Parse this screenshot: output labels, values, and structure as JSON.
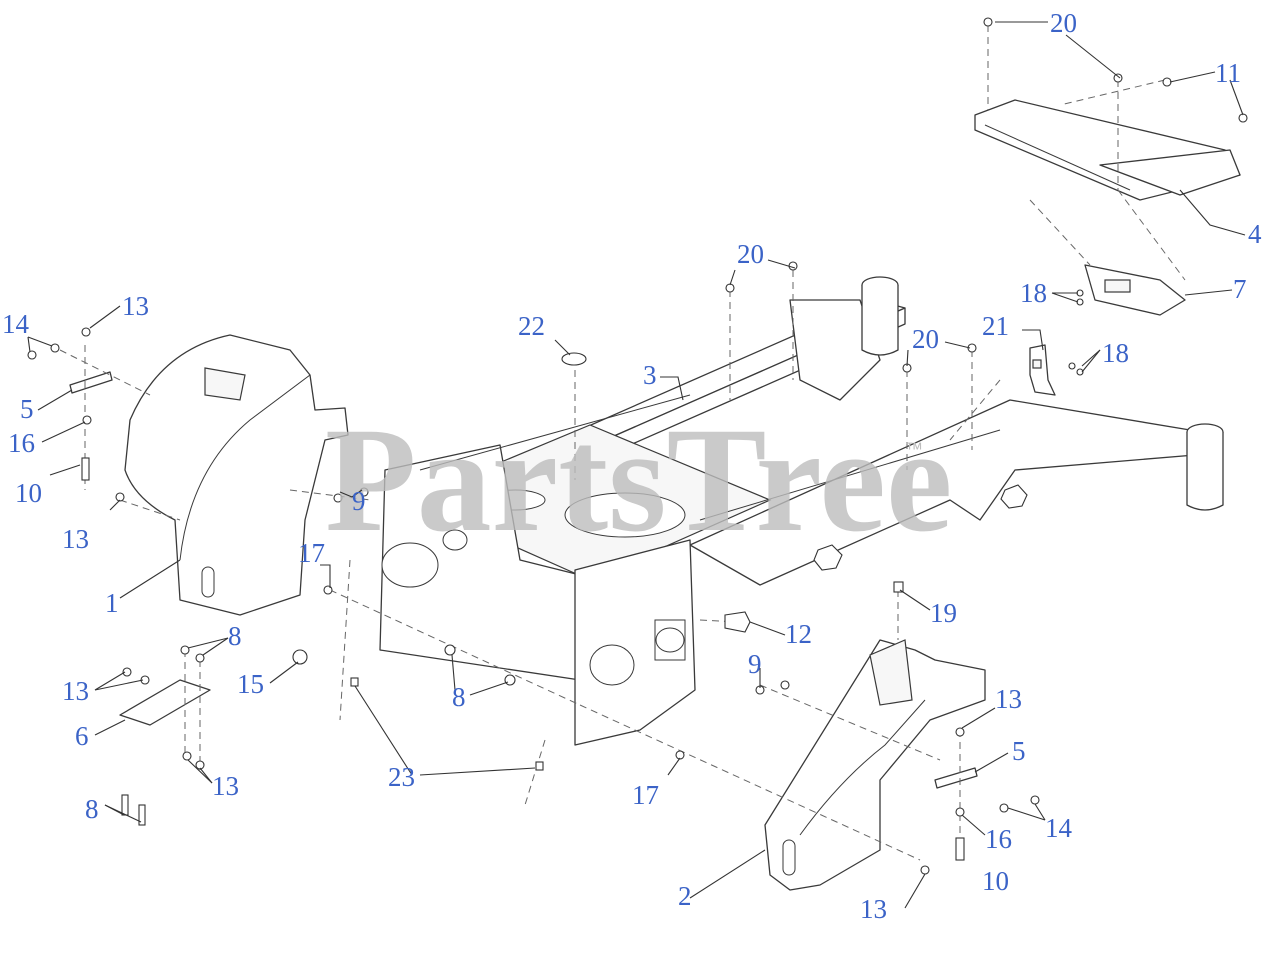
{
  "watermark": {
    "text": "PartsTree",
    "trademark": "™"
  },
  "callouts": {
    "c20a": "20",
    "c11": "11",
    "c4": "4",
    "c7": "7",
    "c18a": "18",
    "c21": "21",
    "c18b": "18",
    "c20b": "20",
    "c20c": "20",
    "c3": "3",
    "c22": "22",
    "c14a": "14",
    "c13a": "13",
    "c5a": "5",
    "c16a": "16",
    "c10a": "10",
    "c13b": "13",
    "c9a": "9",
    "c17a": "17",
    "c1": "1",
    "c8a": "8",
    "c13c": "13",
    "c6": "6",
    "c13d": "13",
    "c8b": "8",
    "c15": "15",
    "c8c": "8",
    "c23": "23",
    "c17b": "17",
    "c12": "12",
    "c19": "19",
    "c9b": "9",
    "c13e": "13",
    "c5b": "5",
    "c14b": "14",
    "c16b": "16",
    "c10b": "10",
    "c13f": "13",
    "c2": "2"
  }
}
